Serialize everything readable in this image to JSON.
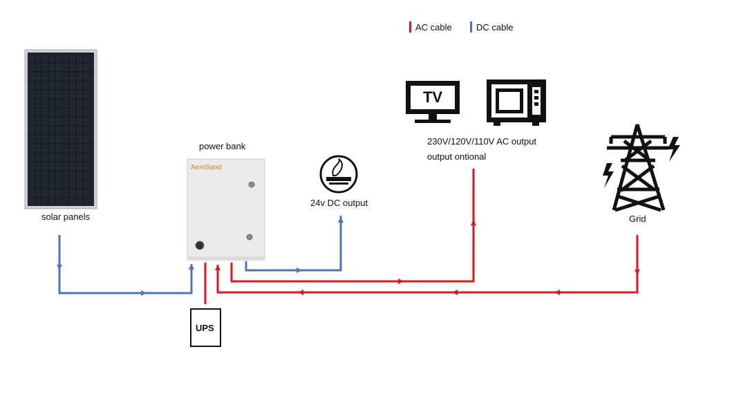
{
  "legend": {
    "ac": {
      "label": "AC cable",
      "color": "#e3121d"
    },
    "dc": {
      "label": "DC cable",
      "color": "#4a74bd"
    }
  },
  "components": {
    "solar": {
      "label": "solar panels",
      "icon": "solar-panel-icon"
    },
    "power_bank": {
      "label": "power bank",
      "brand": "AeroSand",
      "icon": "power-bank-cabinet-icon"
    },
    "dc_output": {
      "label": "24v DC output",
      "icon": "dc-load-icon"
    },
    "ac_output": {
      "label_line1": "230V/120V/110V AC output",
      "label_line2": "output ontional",
      "icons": [
        "tv-icon",
        "microwave-icon"
      ]
    },
    "tv": {
      "text": "TV"
    },
    "grid": {
      "label": "Grid",
      "icon": "transmission-tower-icon"
    },
    "ups": {
      "label": "UPS"
    }
  }
}
